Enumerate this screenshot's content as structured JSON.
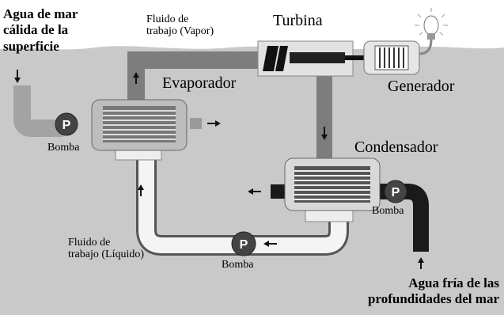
{
  "labels": {
    "warm_water_line1": "Agua de mar",
    "warm_water_line2": "cálida de la",
    "warm_water_line3": "superficie",
    "vapor_line1": "Fluido de",
    "vapor_line2": "trabajo (Vapor)",
    "turbine": "Turbina",
    "evaporator": "Evaporador",
    "generator": "Generador",
    "condenser": "Condensador",
    "pump_left": "Bomba",
    "pump_right": "Bomba",
    "pump_bottom": "Bomba",
    "liquid_line1": "Fluido de",
    "liquid_line2": "trabajo (Líquido)",
    "cold_water_line1": "Agua fría de las",
    "cold_water_line2": "profundidades del mar"
  },
  "pump_symbol": "P",
  "colors": {
    "sea": "#c9c9c9",
    "vapor_pipe": "#7d7d7d",
    "liquid_pipe": "#f4f4f4",
    "cold_pipe": "#1a1a1a",
    "warm_pipe": "#a3a3a3"
  }
}
